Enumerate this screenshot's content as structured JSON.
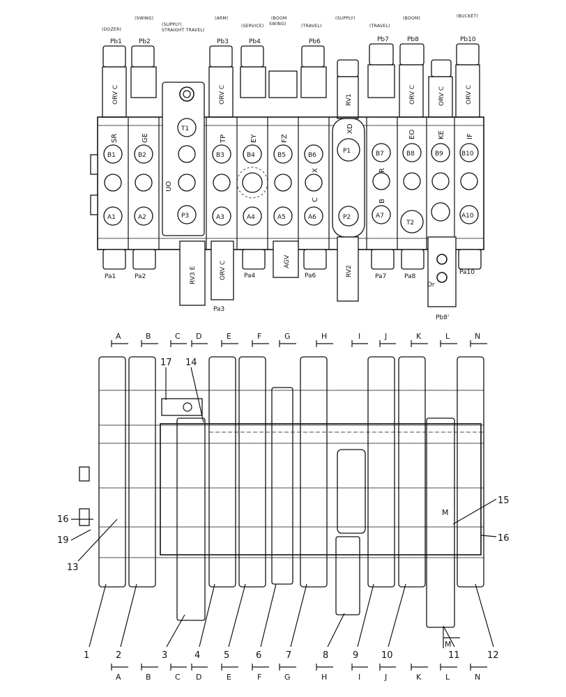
{
  "headers": [
    {
      "id": "dozer",
      "text": "(DOZER)"
    },
    {
      "id": "swing",
      "text": "(SWING)"
    },
    {
      "id": "supply1",
      "text": "(SUPPLY)"
    },
    {
      "id": "straight",
      "text": "STRAIGHT TRAVEL)"
    },
    {
      "id": "arm",
      "text": "(ARM)"
    },
    {
      "id": "service",
      "text": "(SERVICE)"
    },
    {
      "id": "boom1",
      "text": "(BOOM"
    },
    {
      "id": "boom2",
      "text": "SWING)"
    },
    {
      "id": "travel1",
      "text": "(TRAVEL)"
    },
    {
      "id": "supply2",
      "text": "(SUPPLY)"
    },
    {
      "id": "travel2",
      "text": "(TRAVEL)"
    },
    {
      "id": "boom",
      "text": "(BOOM)"
    },
    {
      "id": "bucket",
      "text": "(BUCKET)"
    }
  ],
  "pb_labels": [
    "Pb1",
    "Pb2",
    "Pb3",
    "Pb4",
    "Pb6",
    "Pb7",
    "Pb8",
    "Pb10"
  ],
  "pa_labels": [
    "Pa1",
    "Pa2",
    "Pa3",
    "Pa4",
    "Pa6",
    "Pa7",
    "Pa8",
    "Pa10"
  ],
  "pb8_prime": "Pb8'",
  "dr_label": "Dr",
  "orvc": "ORV C",
  "rv_labels": [
    "RV1",
    "RV2",
    "RV3 E",
    "AGV"
  ],
  "spool_letters": [
    "SR",
    "GE",
    "UO",
    "TP",
    "EY",
    "FZ",
    "X",
    "C",
    "XD",
    "R",
    "B",
    "EO",
    "KE",
    "IF"
  ],
  "b_ports": [
    "B1",
    "B2",
    "B3",
    "B4",
    "B5",
    "B6",
    "B7",
    "B8",
    "B9",
    "B10"
  ],
  "a_ports": [
    "A1",
    "A2",
    "A3",
    "A4",
    "A5",
    "A6",
    "A7",
    "A10"
  ],
  "center_ports": [
    "T1",
    "P1",
    "P2",
    "P3",
    "T2"
  ],
  "sections": [
    "A",
    "B",
    "C",
    "D",
    "E",
    "F",
    "G",
    "H",
    "I",
    "J",
    "K",
    "L",
    "M",
    "N"
  ],
  "m_label": "M",
  "callouts": [
    "1",
    "2",
    "3",
    "4",
    "5",
    "6",
    "7",
    "8",
    "9",
    "10",
    "11",
    "12",
    "13",
    "14",
    "15",
    "16",
    "17",
    "19"
  ]
}
